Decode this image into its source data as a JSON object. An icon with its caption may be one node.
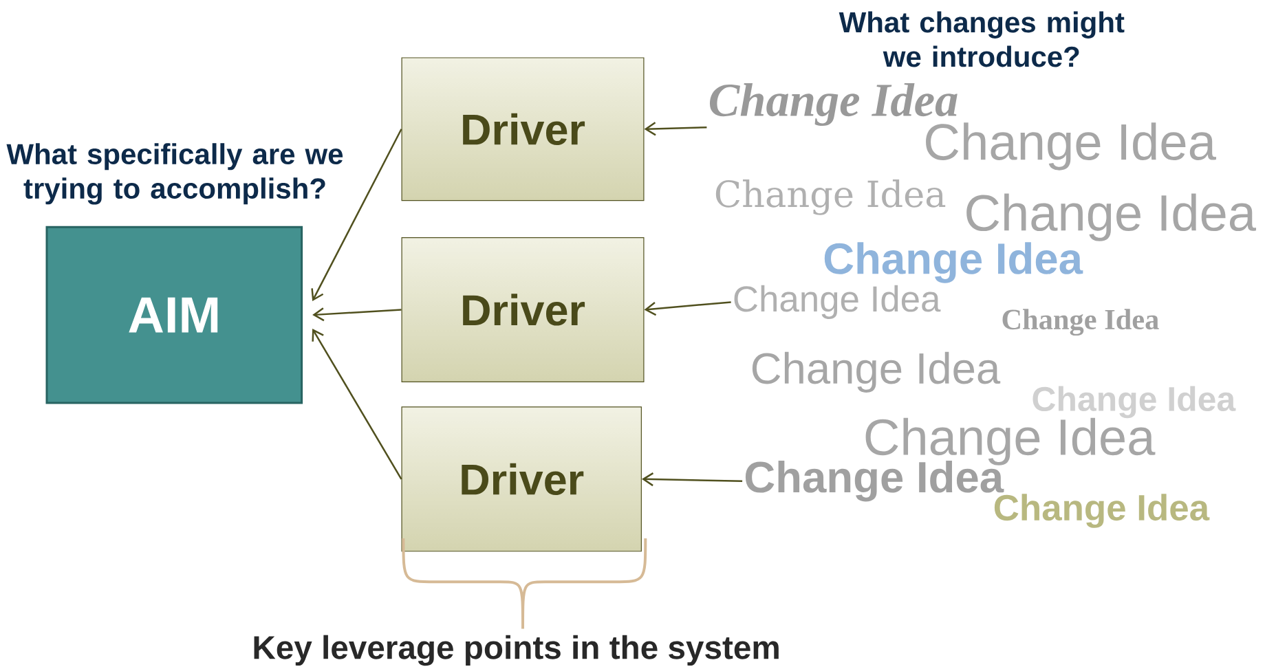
{
  "diagram": {
    "nodes": [
      {
        "text": [
          "AIM"
        ]
      },
      {
        "text": [
          "Driver"
        ]
      },
      {
        "text": [
          "Driver"
        ]
      },
      {
        "text": [
          "Driver"
        ]
      },
      {
        "text": [
          "Change Idea"
        ]
      },
      {
        "text": [
          "Change Idea"
        ]
      },
      {
        "text": [
          "Change Idea"
        ]
      }
    ],
    "edges": [
      {
        "from": 1,
        "to": 0,
        "arrow": "to"
      },
      {
        "from": 2,
        "to": 0,
        "arrow": "to"
      },
      {
        "from": 3,
        "to": 0,
        "arrow": "to"
      },
      {
        "from": 4,
        "to": 1,
        "arrow": "to"
      },
      {
        "from": 5,
        "to": 2,
        "arrow": "to"
      },
      {
        "from": 6,
        "to": 3,
        "arrow": "to"
      }
    ],
    "labels": [
      "What changes might we introduce?",
      "What specifically are we trying to accomplish?",
      "Change Idea",
      "Change Idea",
      "Change Idea",
      "Change Idea",
      "Change Idea",
      "Change Idea",
      "Change Idea",
      "Change Idea",
      "Change Idea",
      "Key leverage points in the system"
    ]
  }
}
